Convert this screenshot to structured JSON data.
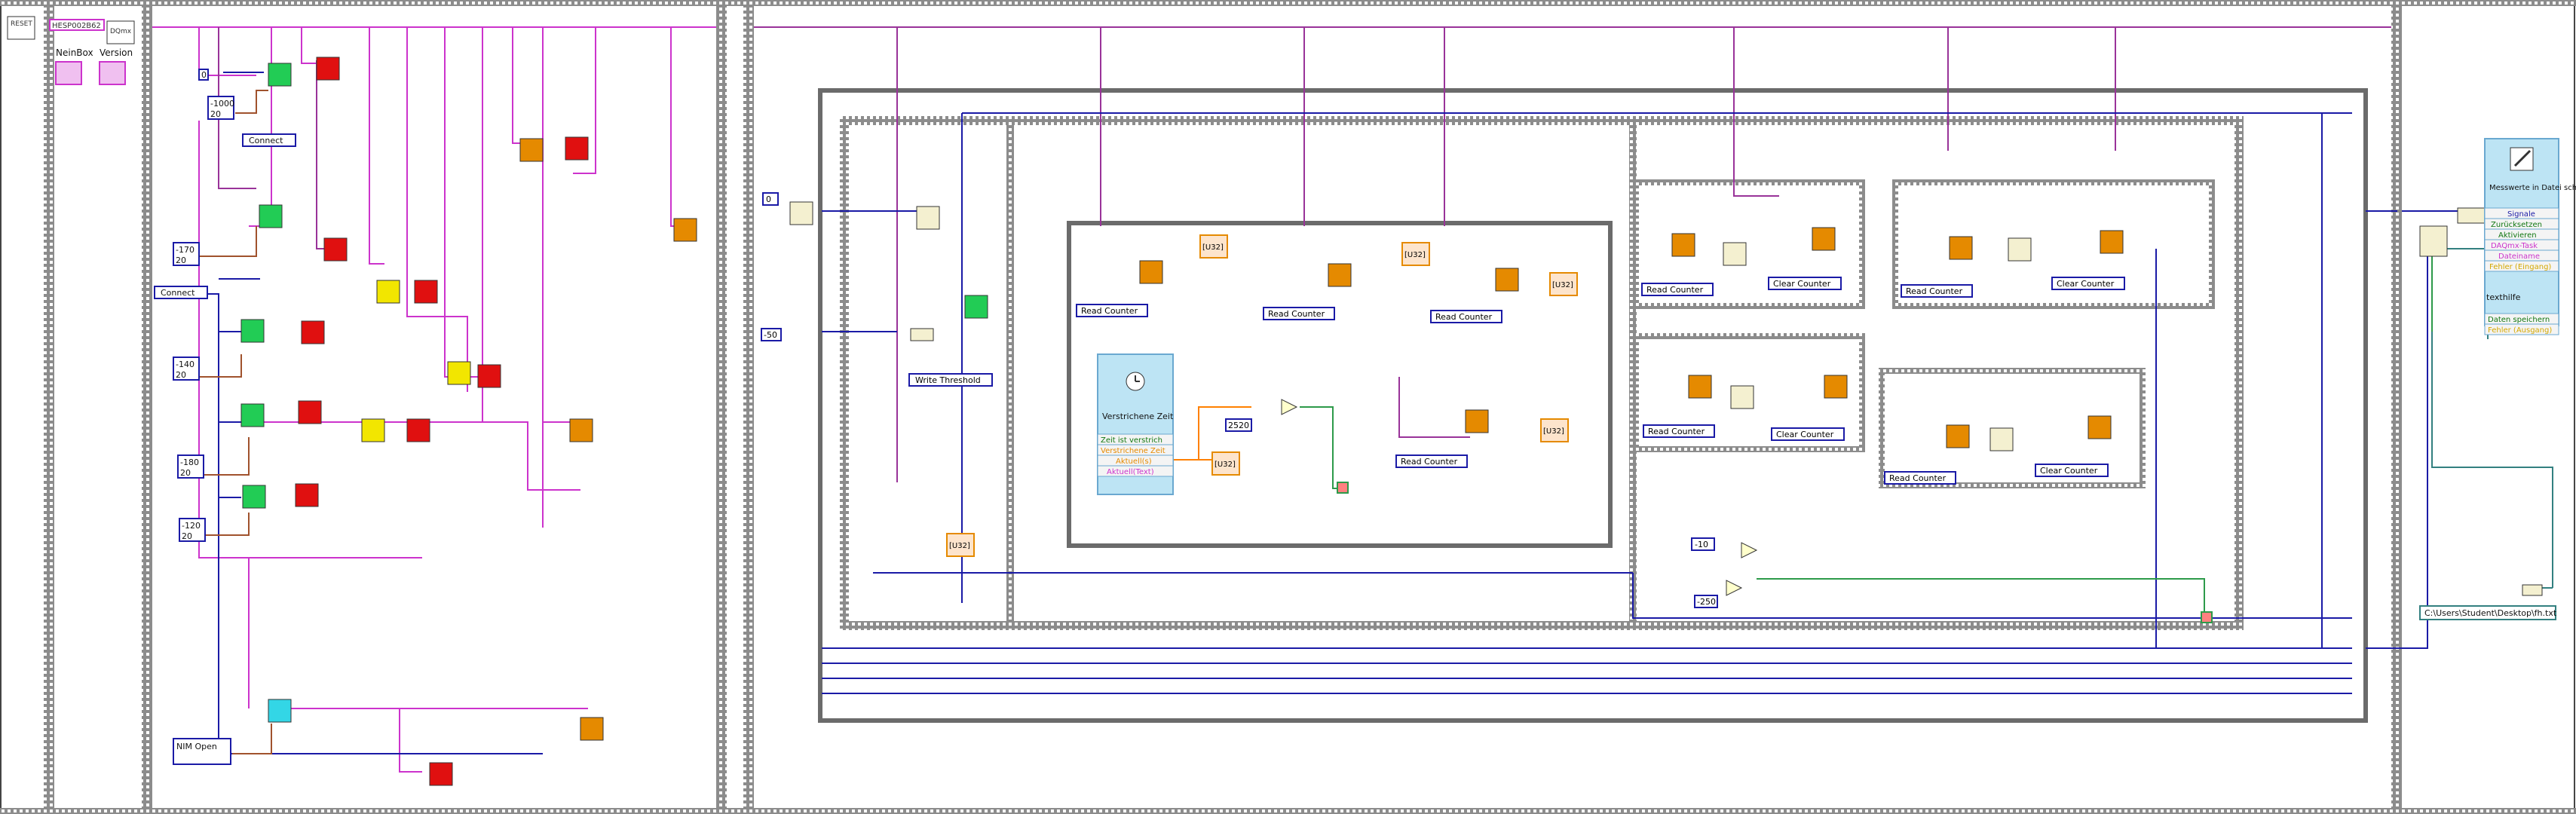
{
  "left_panel": {
    "reset_label": "RESET",
    "resource_label": "HESP002B62",
    "neinbox_label": "NeinBox",
    "version_label": "Version",
    "dqmx_label": "DQmx"
  },
  "sequence1": {
    "connect_labels": [
      "Connect",
      "Connect"
    ],
    "nim_open_label": "NIM Open",
    "numbers": [
      "-1000",
      "20",
      "-170",
      "20",
      "-140",
      "20",
      "-180",
      "20",
      "-120",
      "20",
      "0"
    ]
  },
  "sequence2": {
    "write_threshold_label": "Write Threshold",
    "read_counter_label": "Read Counter",
    "clear_counter_label": "Clear Counter",
    "elapsed_time_title": "Verstrichene Zeit",
    "elapsed_time_items": [
      "Zeit ist verstrich",
      "Verstrichene Zeit",
      "Aktuell(s)",
      "Aktuell(Text)"
    ],
    "constants": [
      "0",
      "-50",
      "2520",
      "-10",
      "-250"
    ],
    "indicator_value": "[U32]"
  },
  "write_file": {
    "title": "Messwerte in Datei schreiben",
    "items": [
      "Signale",
      "Zurücksetzen",
      "Aktivieren",
      "DAQmx-Task",
      "Dateiname",
      "Fehler (Eingang)"
    ],
    "texthilfe": "texthilfe",
    "outputs": [
      "Daten speichern",
      "Fehler (Ausgang)"
    ],
    "file_path": "C:\\Users\\Student\\Desktop\\fh.txt"
  },
  "colors": {
    "pink_wire": "#cc33cc",
    "purple_wire": "#993399",
    "blue_wire": "#1a1aa6",
    "orange_wire": "#ff8000",
    "green_wire": "#2d9a4a",
    "teal_wire": "#338080",
    "brown_wire": "#a0522d",
    "frame_gray": "#6b6b6b",
    "node_red": "#e01010",
    "node_green": "#22cc55",
    "node_yellow": "#f2e600",
    "node_cyan": "#33d6e6",
    "node_orange": "#e58a00"
  }
}
